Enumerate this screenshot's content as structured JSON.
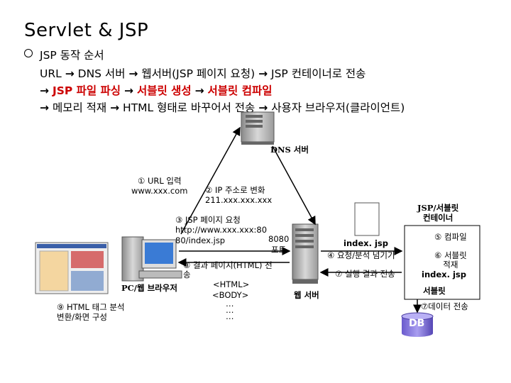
{
  "title": "Servlet & JSP",
  "bullet": {
    "heading": "JSP 동작 순서",
    "line1": [
      "URL",
      "DNS 서버",
      "웹서버(JSP 페이지 요청)",
      "JSP 컨테이너로 전송"
    ],
    "line2": [
      "JSP 파일 파싱",
      "서블릿 생성",
      "서블릿 컴파일"
    ],
    "line3": [
      "메모리 적재",
      "HTML 형태로 바꾸어서 전송",
      "사용자 브라우저(클라이언트)"
    ],
    "arrow": "→"
  },
  "diagram": {
    "dns_server": "DNS 서버",
    "client": "PC/웹 브라우저",
    "web_server": "웹 서버",
    "container": "JSP/서블릿\n컨테이너",
    "db": "DB",
    "servlet": "서블릿",
    "step1": "① URL 입력",
    "step1_url": "www.xxx.com",
    "step2": "② IP 주소로 변화",
    "step2_ip": "211.xxx.xxx.xxx",
    "step3": "③ JSP 페이지 요청",
    "step3_url1": "http://www.xxx.xxx:80",
    "step3_url2": "80/index.jsp",
    "port": "8080\n포트",
    "step4": "④ 요청/분석 넘기기",
    "step5": "⑤ 컴파일",
    "step6": "⑥ 서블릿\n적재",
    "step7_exec": "⑦ 실행 결과 전송",
    "step7_data": "⑦데이터 전송",
    "step8": "⑧ 결과 페이지(HTML) 전\n송",
    "step9": "⑨ HTML 태그 분석\n변환/화면 구성",
    "index_jsp": "index. jsp",
    "html_tag": "<HTML>",
    "body_tag": "<BODY>",
    "dots1": "…",
    "dots2": "…",
    "dots3": "…"
  }
}
